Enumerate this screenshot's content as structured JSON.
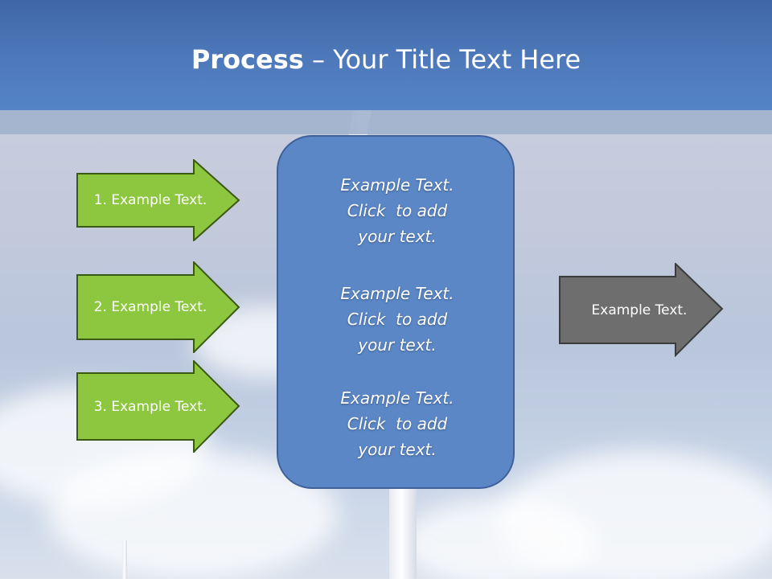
{
  "slide": {
    "title_bold": "Process",
    "title_rest": " – Your Title Text Here"
  },
  "inputs": [
    {
      "label": "1. Example Text."
    },
    {
      "label": "2. Example Text."
    },
    {
      "label": "3. Example Text."
    }
  ],
  "center_blocks": [
    {
      "lines": [
        "Example Text.",
        "Click  to add",
        "your text."
      ]
    },
    {
      "lines": [
        "Example Text.",
        "Click  to add",
        "your text."
      ]
    },
    {
      "lines": [
        "Example Text.",
        "Click  to add",
        "your text."
      ]
    }
  ],
  "output": {
    "label": "Example Text."
  },
  "colors": {
    "header": "#4f7bbd",
    "green_arrow": "#8dc63f",
    "green_outline": "#3a5a14",
    "panel": "#5b87c7",
    "gray_arrow": "#6e6e6e"
  }
}
